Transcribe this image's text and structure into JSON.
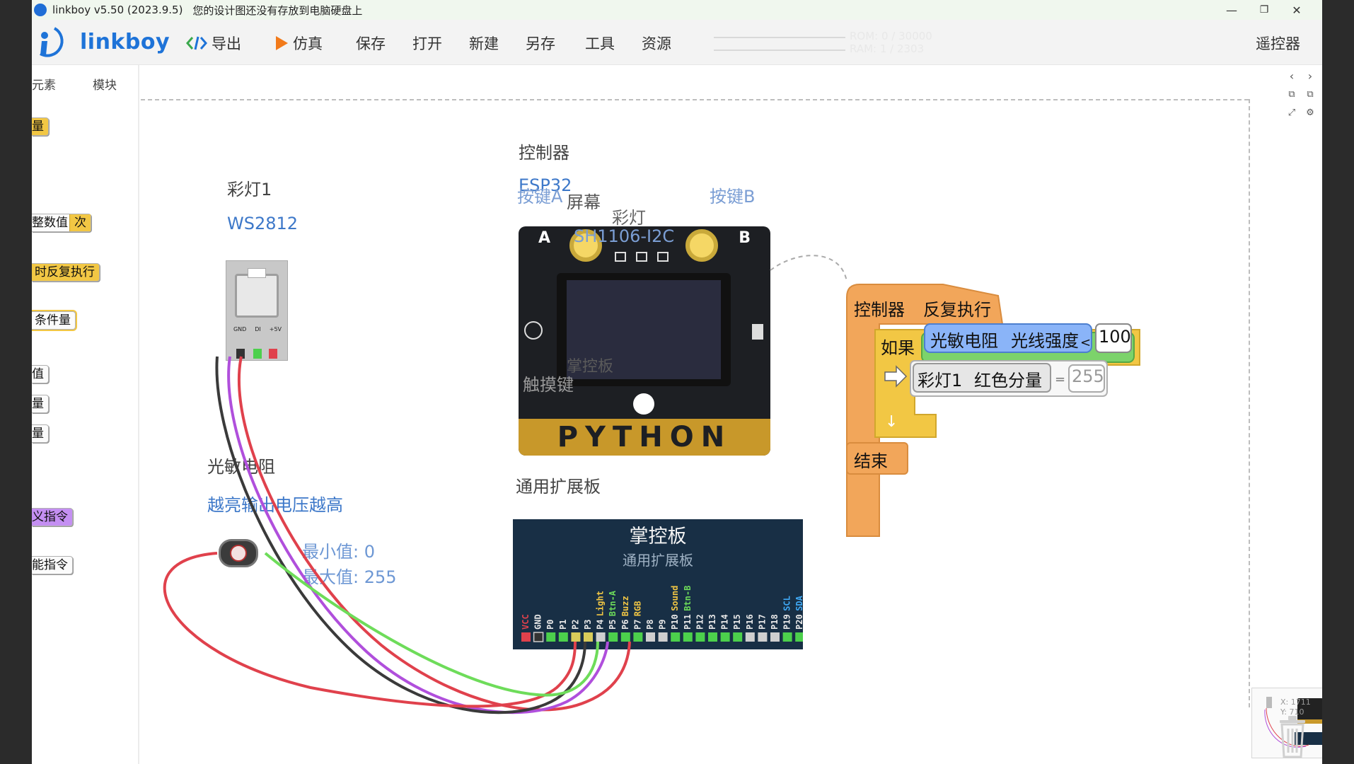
{
  "window": {
    "title": "linkboy v5.50 (2023.9.5)",
    "subtitle": "您的设计图还没有存放到电脑硬盘上",
    "minimize": "—",
    "restore": "❐",
    "close": "✕"
  },
  "toolbar": {
    "brand": "linkboy",
    "export": "导出",
    "simulate": "仿真",
    "save": "保存",
    "open": "打开",
    "new": "新建",
    "saveas": "另存",
    "tools": "工具",
    "resources": "资源",
    "rom": "ROM: 0 / 30000",
    "ram": "RAM: 1 / 2303",
    "remote": "遥控器"
  },
  "palette": {
    "tab_elements": "元素",
    "tab_modules": "模块",
    "items": [
      {
        "label": "量",
        "color": "yellow"
      },
      {
        "label": "整数值",
        "extra": "次",
        "color": "white"
      },
      {
        "label": "时反复执行",
        "color": "yellow"
      },
      {
        "label": "条件量",
        "color": "white"
      },
      {
        "label": "值",
        "color": "white"
      },
      {
        "label": "量",
        "color": "white"
      },
      {
        "label": "量",
        "color": "white"
      },
      {
        "label": "义指令",
        "color": "purple"
      },
      {
        "label": "能指令",
        "color": "white"
      }
    ]
  },
  "canvas": {
    "rgb_led": {
      "name": "彩灯1",
      "model": "WS2812",
      "pins": [
        "GND",
        "DI",
        "+5V"
      ]
    },
    "controller": {
      "name": "控制器",
      "model": "ESP32",
      "button_a": "按键A",
      "screen": "屏幕",
      "led": "彩灯",
      "screen_model": "SH1106-I2C",
      "button_b": "按键B",
      "touch": "触摸键",
      "watermark": "掌控板",
      "letter_a": "A",
      "letter_b": "B",
      "board_logo": "PYTHON"
    },
    "photoresistor": {
      "name": "光敏电阻",
      "desc": "越亮输出电压越高",
      "min": "最小值: 0",
      "max": "最大值: 255"
    },
    "expansion": {
      "label": "通用扩展板",
      "title": "掌控板",
      "subtitle": "通用扩展板",
      "pins": [
        "VCC",
        "GND",
        "P0",
        "P1",
        "P2",
        "P3",
        "P4",
        "P5",
        "P6",
        "P7",
        "P8",
        "P9",
        "P10",
        "P11",
        "P12",
        "P13",
        "P14",
        "P15",
        "P16",
        "P17",
        "P18",
        "P19",
        "P20"
      ],
      "pin_functions": [
        "",
        "",
        "",
        "",
        "",
        "",
        "Light",
        "Btn-A",
        "Buzz",
        "RGB",
        "",
        "",
        "Sound",
        "Btn-B",
        "",
        "",
        "",
        "",
        "",
        "",
        "",
        "SCL",
        "SDA"
      ]
    },
    "program": {
      "event_target": "控制器",
      "event": "反复执行",
      "if": "如果",
      "sensor": "光敏电阻",
      "sensor_prop": "光线强度",
      "op": "<",
      "threshold": "100",
      "led_target": "彩灯1",
      "led_prop": "红色分量",
      "assign": "=",
      "value": "255",
      "arrow": "↓",
      "end": "结束"
    }
  },
  "status": {
    "x": "X: 1711",
    "y": "Y: 710"
  },
  "colors": {
    "brand_blue": "#1e73d8",
    "event_orange": "#f2a65a",
    "if_yellow": "#f2c744",
    "sensor_blue": "#8ab4f8",
    "compare_green": "#7cd36b",
    "board_navy": "#182f45",
    "wire_red": "#e0414c",
    "wire_purple": "#b04fdc",
    "wire_green": "#6edc5a",
    "wire_black": "#3a3a3a"
  }
}
